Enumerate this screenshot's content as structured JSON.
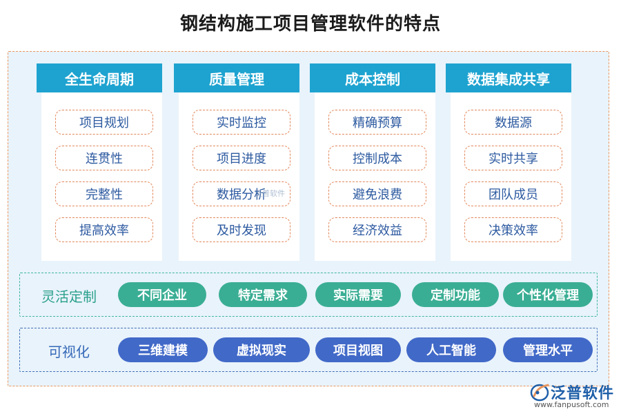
{
  "title": "钢结构施工项目管理软件的特点",
  "panels": [
    {
      "heading": "全生命周期",
      "items": [
        "项目规划",
        "连贯性",
        "完整性",
        "提高效率"
      ]
    },
    {
      "heading": "质量管理",
      "items": [
        "实时监控",
        "项目进度",
        "数据分析",
        "及时发现"
      ]
    },
    {
      "heading": "成本控制",
      "items": [
        "精确预算",
        "控制成本",
        "避免浪费",
        "经济效益"
      ]
    },
    {
      "heading": "数据集成共享",
      "items": [
        "数据源",
        "实时共享",
        "团队成员",
        "决策效率"
      ]
    }
  ],
  "customization": {
    "label": "灵活定制",
    "pills": [
      "不同企业",
      "特定需求",
      "实际需要",
      "定制功能",
      "个性化管理"
    ]
  },
  "visualization": {
    "label": "可视化",
    "pills": [
      "三维建模",
      "虚拟现实",
      "项目视图",
      "人工智能",
      "管理水平"
    ]
  },
  "watermark": "泛普软件",
  "logo": {
    "name": "泛普软件",
    "url": "www.fanpusoft.com"
  },
  "colors": {
    "panel_header": "#1ea3d0",
    "item_border": "#e2865a",
    "customization_pill": "#3aae94",
    "visualization_pill": "#4169c8",
    "outer_border": "#e8955c"
  }
}
